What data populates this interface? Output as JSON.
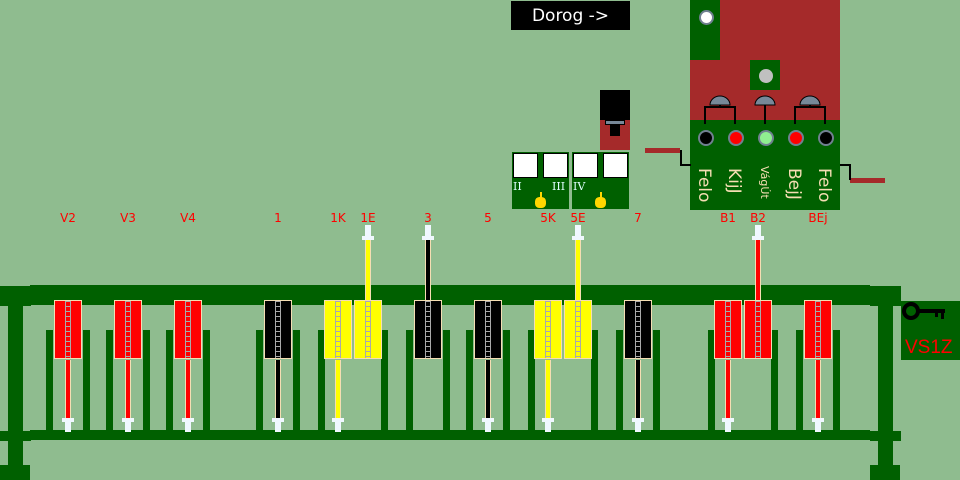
{
  "header": {
    "direction_button": "Dorog ->"
  },
  "panel": {
    "lamps": [
      {
        "name": "felo-left",
        "color": "#000000"
      },
      {
        "name": "kijj",
        "color": "#ff0000"
      },
      {
        "name": "vagut",
        "color": "#90ee90"
      },
      {
        "name": "bejj",
        "color": "#ff0000"
      },
      {
        "name": "felo-right",
        "color": "#000000"
      }
    ],
    "labels": [
      "Felo",
      "KijJ",
      "VágÚt",
      "BejJ",
      "Felo"
    ]
  },
  "routes": {
    "groups": [
      {
        "left": "II",
        "right": "III"
      },
      {
        "left": "IV",
        "right": ""
      }
    ]
  },
  "tracks": [
    {
      "label": "V2",
      "color": "#ff0000",
      "rod": "down"
    },
    {
      "label": "V3",
      "color": "#ff0000",
      "rod": "down"
    },
    {
      "label": "V4",
      "color": "#ff0000",
      "rod": "down"
    },
    {
      "label": "1",
      "color": "#000000",
      "rod": "down"
    },
    {
      "label": "1K",
      "color": "#ffff00",
      "rod": "down"
    },
    {
      "label": "1E",
      "color": "#ffff00",
      "rod": "up"
    },
    {
      "label": "3",
      "color": "#000000",
      "rod": "up"
    },
    {
      "label": "5",
      "color": "#000000",
      "rod": "down"
    },
    {
      "label": "5K",
      "color": "#ffff00",
      "rod": "down"
    },
    {
      "label": "5E",
      "color": "#ffff00",
      "rod": "up"
    },
    {
      "label": "7",
      "color": "#000000",
      "rod": "down"
    },
    {
      "label": "B1",
      "color": "#ff0000",
      "rod": "down"
    },
    {
      "label": "B2",
      "color": "#ff0000",
      "rod": "up"
    },
    {
      "label": "BEj",
      "color": "#ff0000",
      "rod": "down"
    }
  ],
  "key_panel": {
    "label": "VS1Z"
  }
}
